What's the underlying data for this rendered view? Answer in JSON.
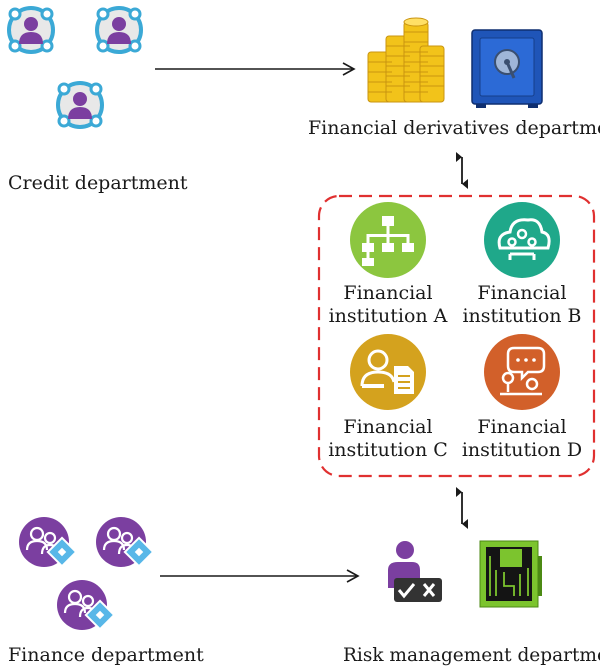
{
  "departments": {
    "credit": {
      "label": "Credit department"
    },
    "financial_derivatives": {
      "label": "Financial derivatives department"
    },
    "finance": {
      "label": "Finance department"
    },
    "risk_management": {
      "label": "Risk management department"
    }
  },
  "institutions": [
    {
      "line1": "Financial",
      "line2": "institution A",
      "color": "#8cc63f",
      "icon": "org-chart-icon"
    },
    {
      "line1": "Financial",
      "line2": "institution B",
      "color": "#1fa88a",
      "icon": "cloud-network-icon"
    },
    {
      "line1": "Financial",
      "line2": "institution C",
      "color": "#d4a21e",
      "icon": "user-document-icon"
    },
    {
      "line1": "Financial",
      "line2": "institution D",
      "color": "#d2602a",
      "icon": "chat-network-icon"
    }
  ],
  "colors": {
    "group_border": "#e03030",
    "person_purple": "#7b3fa0",
    "credit_ring": "#3ba9d6",
    "coin_gold": "#f2c31a",
    "safe_blue": "#1f55b8",
    "badge_blue": "#58b7e8",
    "board_green": "#7cc42e"
  }
}
